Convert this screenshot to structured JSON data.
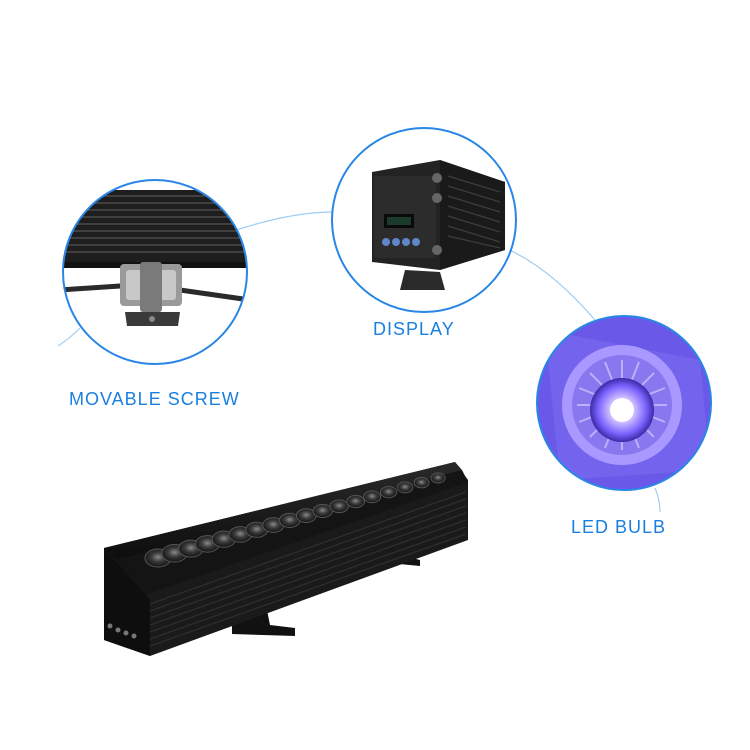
{
  "callouts": {
    "movable_screw": "MOVABLE SCREW",
    "display": "DISPLAY",
    "led_bulb": "LED BULB"
  },
  "colors": {
    "label": "#1b7fe0",
    "circle_border": "#2a86e6",
    "connector_line": "#9fcdf2",
    "fixture_body": "#151515",
    "led_glow": "#8b7cff"
  },
  "fixture": {
    "led_count": 18
  }
}
